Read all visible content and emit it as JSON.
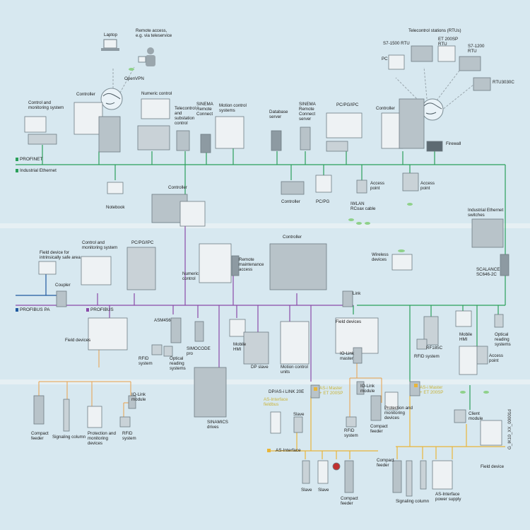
{
  "colors": {
    "background": "#d7e8f0",
    "industrial_ethernet": "#2aa05a",
    "profibus": "#8a4aa8",
    "profibus_pa": "#1f5aa0",
    "as_interface": "#e8b53a",
    "io_link": "#e8a04a",
    "device_light": "#eef2f4",
    "device_dark": "#8d9aa2"
  },
  "networks": {
    "profinet": "PROFINET",
    "industrial_ethernet": "Industrial Ethernet",
    "profibus_pa": "PROFIBUS PA",
    "profibus": "PROFIBUS",
    "as_interface": "AS-Interface"
  },
  "labels": {
    "laptop": "Laptop",
    "remote_access": "Remote access,\ne.g. via teleservice",
    "openvpn": "OpenVPN",
    "telecontrol_stations": "Telecontrol stations (RTUs)",
    "s7_1500_rtu": "S7-1500 RTU",
    "et200sp_rtu": "ET 200SP\nRTU",
    "s7_1200_rtu": "S7-1200\nRTU",
    "pc": "PC",
    "rtu3030c": "RTU3030C",
    "control_monitoring_1": "Control and\nmonitoring system",
    "controller_1": "Controller",
    "numeric_control_1": "Numeric control",
    "telecontrol_substation": "Telecontrol\nand\nsubstation\ncontrol",
    "sinema_rc_1": "SINEMA\nRemote\nConnect",
    "motion_control_systems": "Motion control\nsystems",
    "database_server": "Database\nserver",
    "sinema_rc_server": "SINEMA\nRemote\nConnect\nserver",
    "pc_pg_ipc_1": "PC/PG/IPC",
    "controller_2": "Controller",
    "firewall": "Firewall",
    "notebook": "Notebook",
    "controller_3": "Controller",
    "controller_4": "Controller",
    "pc_pg": "PC/PG",
    "wlan_rcoax": "IWLAN\nRCoax cable",
    "access_point_1": "Access\npoint",
    "access_point_2": "Access\npoint",
    "industrial_ethernet_switches": "Industrial Ethernet\nswitches",
    "field_device_safe": "Field device for\nintrinsically safe area",
    "control_monitoring_2": "Control and\nmonitoring system",
    "pc_pg_ipc_2": "PC/PG/IPC",
    "controller_5": "Controller",
    "remote_maintenance": "Remote\nmaintenance\naccess",
    "numeric_control_2": "Numeric\ncontrol",
    "wireless_devices": "Wireless\ndevices",
    "scalance": "SCALANCE\nSC646-2C",
    "coupler": "Coupler",
    "link": "Link",
    "field_devices_1": "Field devices",
    "asm456": "ASM456",
    "rfid_system_1": "RFID\nsystem",
    "optical_reading_1": "Optical\nreading\nsystems",
    "simocode": "SIMOCODE\npro",
    "mobile_hmi_1": "Mobile\nHMI",
    "dp_slave": "DP slave",
    "motion_control_units": "Motion control\nunits",
    "sinamics": "SINAMICS\ndrives",
    "field_devices_2": "Field devices",
    "io_link_master": "IO-Link\nmaster",
    "rf185c": "RF185C",
    "rfid_system_2": "RFID system",
    "mobile_hmi_2": "Mobile\nHMI",
    "optical_reading_2": "Optical\nreading\nsystems",
    "access_point_3": "Access\npoint",
    "compact_feeder_1": "Compact\nfeeder",
    "signaling_column_1": "Signaling column",
    "protection_monitoring_1": "Protection and\nmonitoring\ndevices",
    "rfid_system_3": "RFID\nsystem",
    "io_link_module_1": "IO-Link\nmodule",
    "dp_as_i_link": "DP/AS-i LINK 20E",
    "as_interface_master_1": "AS-i Master\n+ ET 200SP",
    "as_interface_master_2": "AS-i Master\n+ ET 200SP",
    "as_interface_master_box": "AS-Interface\nfieldbus",
    "slave_1": "Slave",
    "io_link_module_2": "IO-Link\nmodule",
    "rfid_system_4": "RFID\nsystem",
    "compact_feeder_2": "Compact\nfeeder",
    "protection_monitoring_2": "Protection and\nmonitoring\ndevices",
    "client_module": "Client\nmodule",
    "field_device": "Field device",
    "slave_2": "Slave",
    "slave_3": "Slave",
    "compact_feeder_3": "Compact\nfeeder",
    "compact_feeder_4": "Compact\nfeeder",
    "signaling_column_2": "Signaling column",
    "as_interface_power_supply": "AS-Interface\npower supply"
  },
  "watermark": "G_IK10_XX_00001d"
}
